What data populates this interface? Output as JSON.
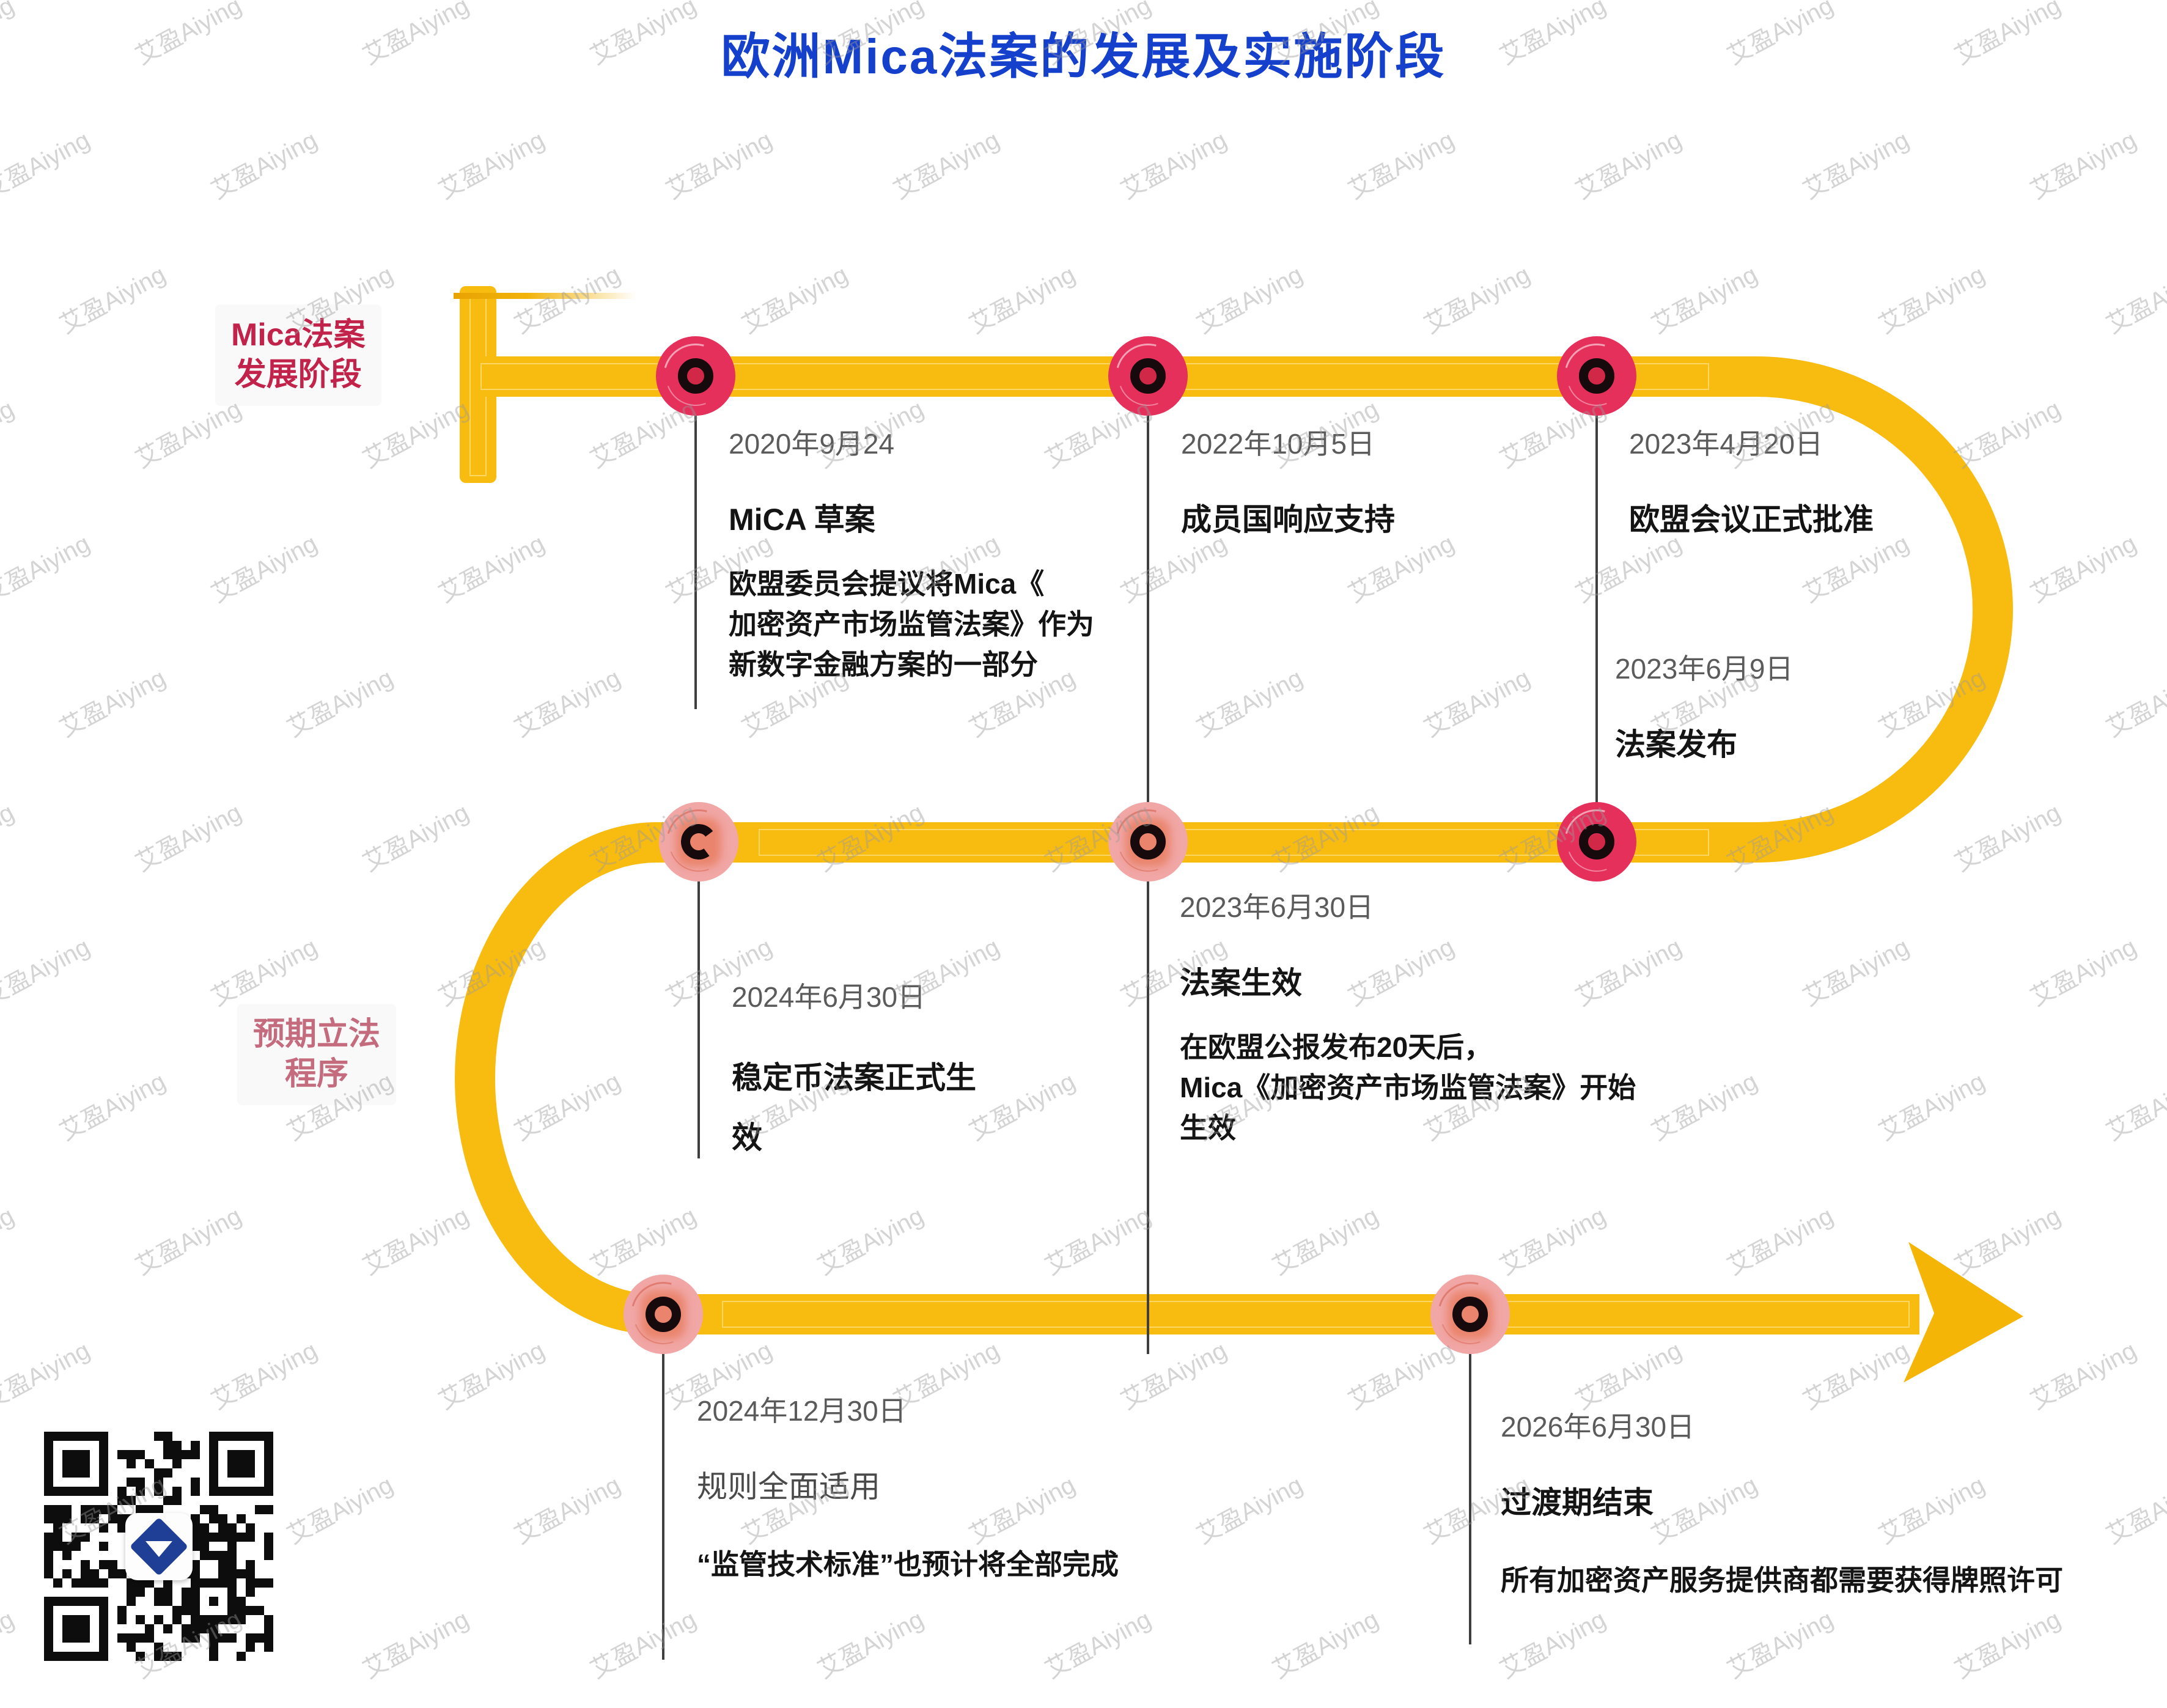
{
  "page_title": "欧洲Mica法案的发展及实施阶段",
  "watermark": {
    "text": "艾盈Aiying"
  },
  "section_labels": [
    {
      "lines": [
        "Mica法案",
        "发展阶段"
      ],
      "color": "#C2234B"
    },
    {
      "lines": [
        "预期立法",
        "程序"
      ],
      "color": "#C46B7E"
    }
  ],
  "events": [
    {
      "date": "2020年9月24",
      "title": "MiCA 草案",
      "desc": [
        "欧盟委员会提议将Mica《",
        "加密资产市场监管法案》作为",
        "新数字金融方案的一部分"
      ]
    },
    {
      "date": "2022年10月5日",
      "title": "成员国响应支持"
    },
    {
      "date": "2023年4月20日",
      "title": "欧盟会议正式批准"
    },
    {
      "date": "2023年6月9日",
      "title": "法案发布"
    },
    {
      "date": "2023年6月30日",
      "title": "法案生效",
      "desc": [
        "在欧盟公报发布20天后，",
        "Mica《加密资产市场监管法案》开始",
        "生效"
      ]
    },
    {
      "date": "2024年6月30日",
      "title_lines": [
        "稳定币法案正式生",
        "效"
      ]
    },
    {
      "date": "2024年12月30日",
      "title": "规则全面适用",
      "desc": [
        "“监管技术标准”也预计将全部完成"
      ]
    },
    {
      "date": "2026年6月30日",
      "title": "过渡期结束",
      "desc": [
        "所有加密资产服务提供商都需要获得牌照许可"
      ]
    }
  ],
  "colors": {
    "timeline_yellow": "#F8BB10",
    "node_crimson": "#E5305C",
    "node_pink": "#F1A7A6",
    "title_blue": "#1540CB",
    "label1_red": "#C2234B",
    "label2_rose": "#C46B7E",
    "qr_logo_blue": "#1F3F97"
  }
}
